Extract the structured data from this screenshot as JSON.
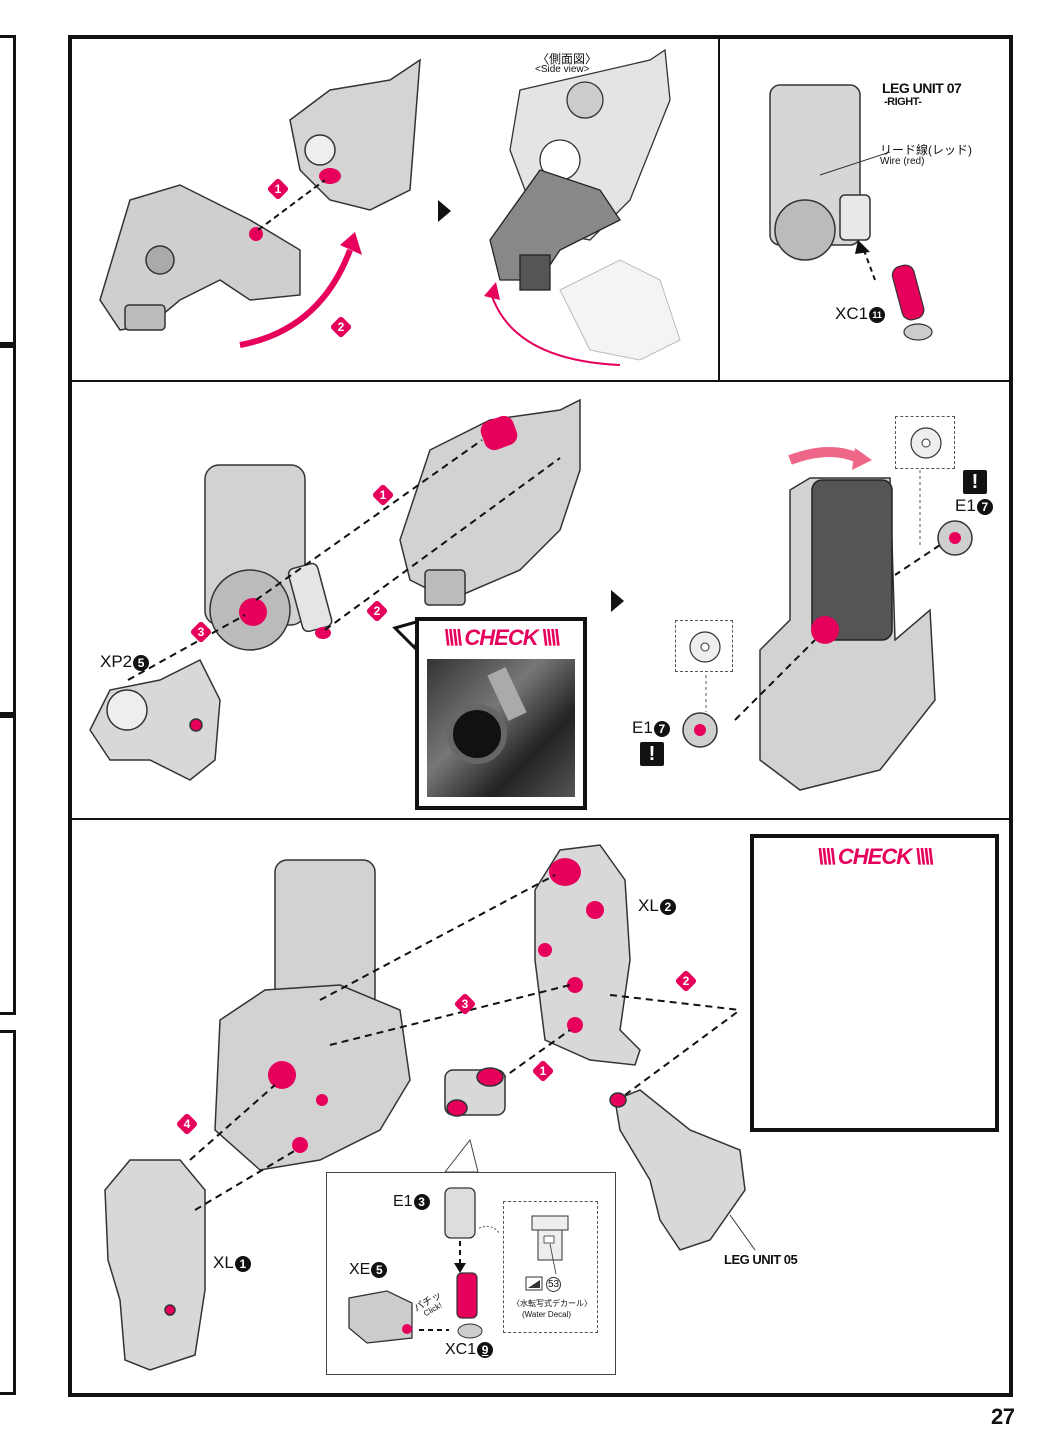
{
  "page_number": "27",
  "panel1b": {
    "side_view_ja": "〈側面図〉",
    "side_view_en": "<Side view>"
  },
  "panel1c": {
    "leg_unit_title": "LEG UNIT 07",
    "leg_unit_subtitle": "-RIGHT-",
    "wire_ja": "リード線(レッド)",
    "wire_en": "Wire (red)",
    "part_code": "XC1",
    "part_num": "11"
  },
  "panel2": {
    "part_xp2": "XP2",
    "part_xp2_num": "5",
    "check_label": "CHECK",
    "part_e1_top": "E1",
    "part_e1_top_num": "7",
    "part_e1_bottom": "E1",
    "part_e1_bottom_num": "7",
    "warn_symbol": "!"
  },
  "panel3": {
    "check_label": "CHECK",
    "part_xl2": "XL",
    "part_xl2_num": "2",
    "part_xl1": "XL",
    "part_xl1_num": "1",
    "leg_unit_05": "LEG UNIT 05",
    "part_e13": "E1",
    "part_e13_num": "3",
    "part_xe5": "XE",
    "part_xe5_num": "5",
    "part_xc19": "XC1",
    "part_xc19_num": "9",
    "click_ja": "パチッ",
    "click_en": "Click!",
    "decal_num": "53",
    "decal_ja": "〈水転写式デカール〉",
    "decal_en": "(Water Decal)"
  },
  "steps": [
    "1",
    "2",
    "3",
    "4"
  ],
  "colors": {
    "accent": "#e6005c",
    "line": "#111111",
    "part_gray": "#cfcfcf"
  }
}
